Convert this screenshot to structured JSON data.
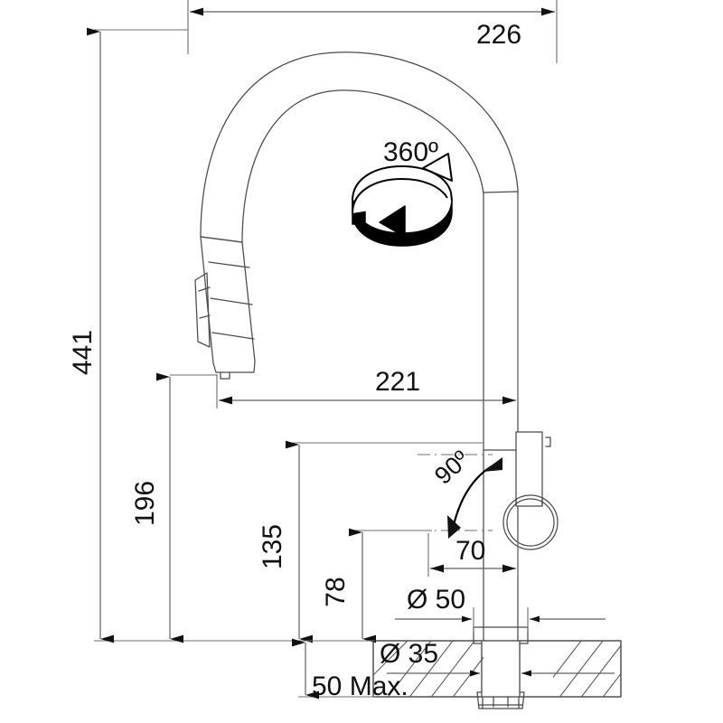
{
  "drawing": {
    "title": "Kitchen Faucet Technical Dimension Drawing",
    "units": "mm",
    "line_color": "#4a4a4a",
    "text_color": "#111111"
  },
  "dimensions": {
    "overall_width": "226",
    "overall_height": "441",
    "spout_reach": "221",
    "spout_height": "196",
    "body_height": "135",
    "handle_height": "78",
    "handle_offset": "70",
    "base_diameter": "Ø 50",
    "hole_diameter": "Ø 35",
    "deck_thickness": "50 Max."
  },
  "annotations": {
    "rotation": "360º",
    "handle_angle": "90º"
  },
  "icons": {
    "rotation_symbol": "rotation-360-icon",
    "angle_symbol": "angle-90-icon"
  }
}
